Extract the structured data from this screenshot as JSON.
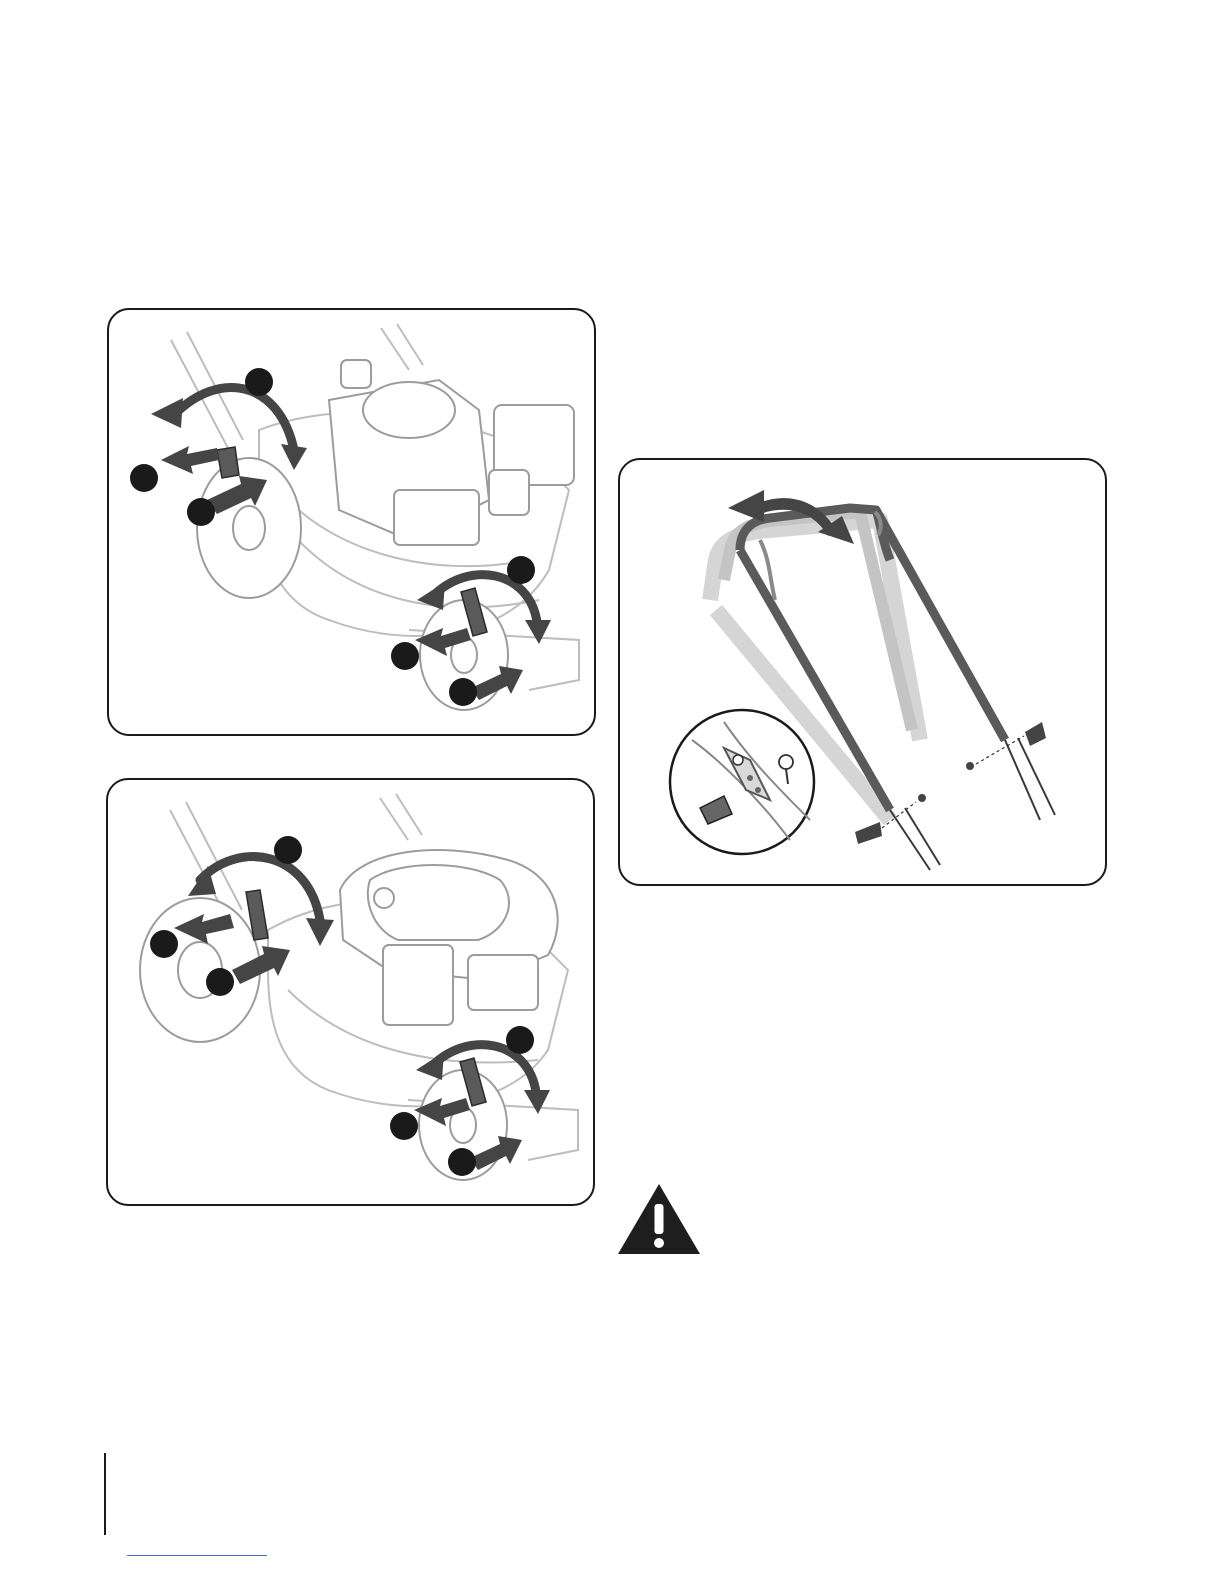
{
  "page": {
    "figures": [
      {
        "id": "fig-a",
        "subject": "rear-wheel-height-levers-gas-mower"
      },
      {
        "id": "fig-b",
        "subject": "rear-wheel-height-levers-covered-engine-mower"
      },
      {
        "id": "fig-c",
        "subject": "handle-height-adjustment"
      }
    ],
    "icons": {
      "warning": "warning-triangle-icon",
      "rotate": "curved-arrow-icon",
      "push": "push-arrow-icon",
      "pull": "pull-arrow-icon",
      "callout": "callout-circle-icon"
    },
    "colors": {
      "line": "#1a1a1a",
      "arrow": "#4d4d4d",
      "ghost": "#bcbcbc",
      "callout": "#1a1a1a",
      "link": "#4a63c9"
    }
  }
}
